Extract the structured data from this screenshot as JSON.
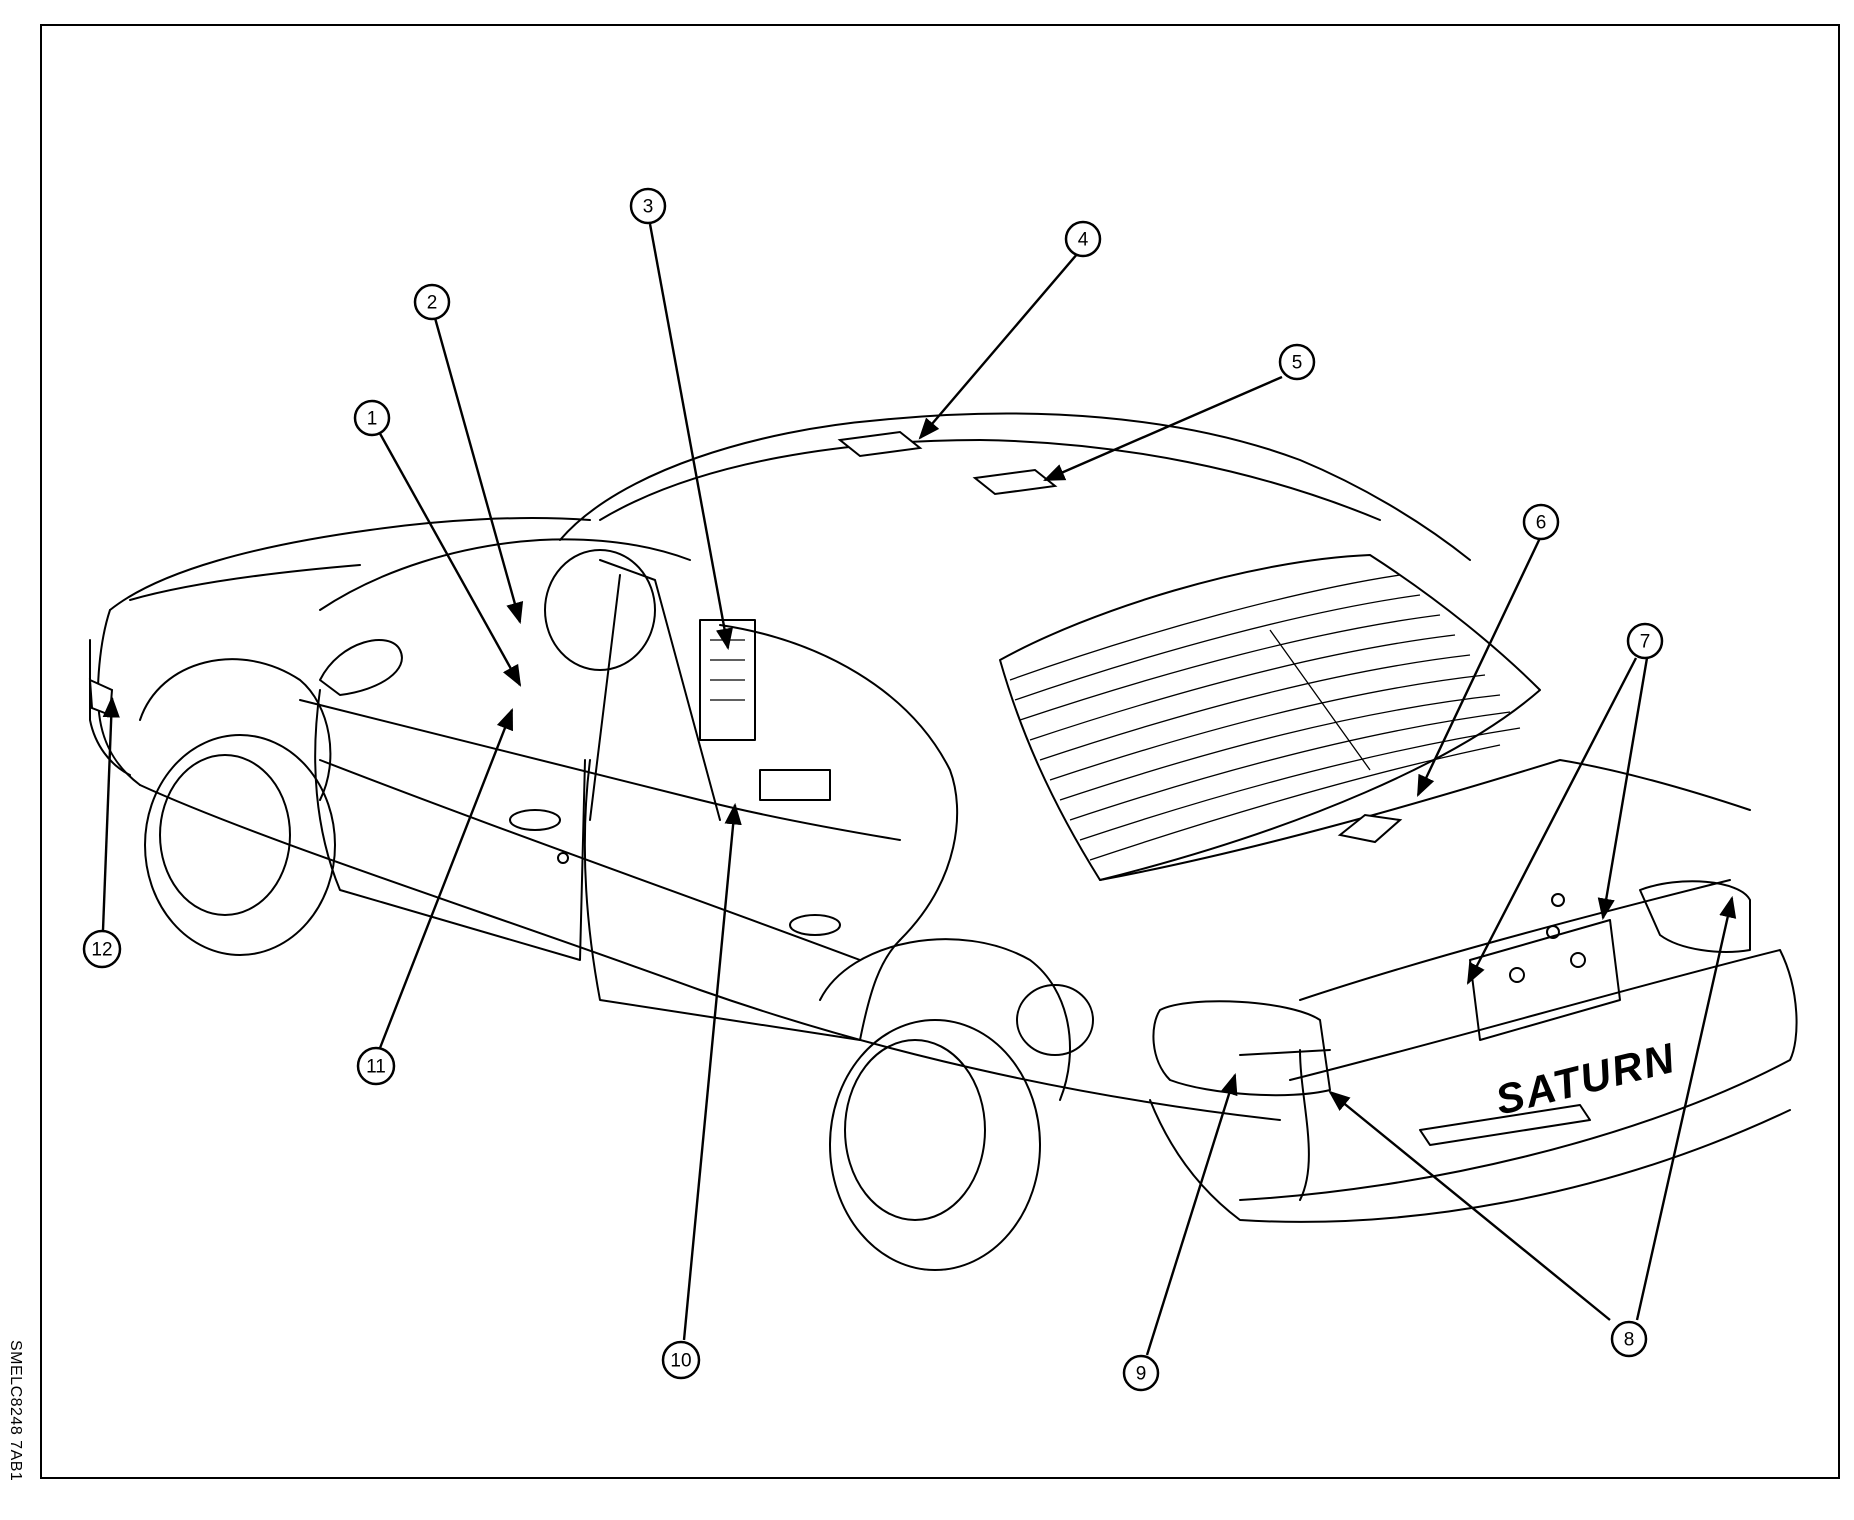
{
  "figure_code": "SMELC8248 7AB1",
  "brand_text": "SATURN",
  "callouts": [
    {
      "id": "1",
      "label": "1"
    },
    {
      "id": "2",
      "label": "2"
    },
    {
      "id": "3",
      "label": "3"
    },
    {
      "id": "4",
      "label": "4"
    },
    {
      "id": "5",
      "label": "5"
    },
    {
      "id": "6",
      "label": "6"
    },
    {
      "id": "7",
      "label": "7"
    },
    {
      "id": "8",
      "label": "8"
    },
    {
      "id": "9",
      "label": "9"
    },
    {
      "id": "10",
      "label": "10"
    },
    {
      "id": "11",
      "label": "11"
    },
    {
      "id": "12",
      "label": "12"
    }
  ]
}
